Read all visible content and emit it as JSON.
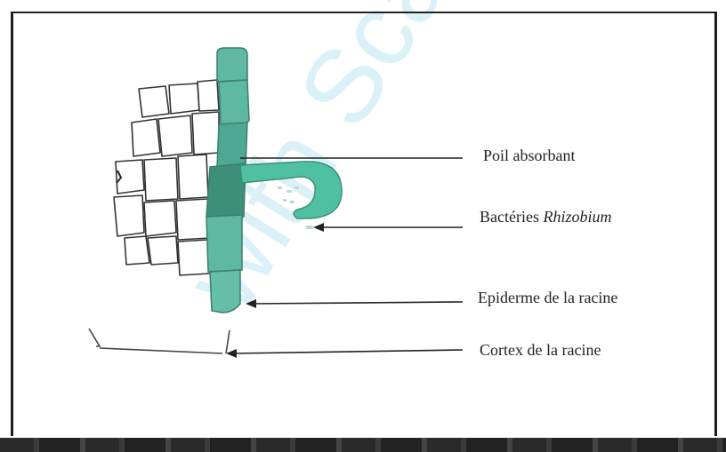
{
  "labels": {
    "poil": "Poil absorbant",
    "bacteries_prefix": "Bactéries ",
    "bacteries_name": "Rhizobium",
    "epiderme": "Epiderme de la racine",
    "cortex": "Cortex de la racine"
  },
  "watermark": "with Scan",
  "colors": {
    "epidermis_fill": "#5fb8a0",
    "epidermis_dark": "#3d8f78",
    "root_hair_fill": "#4fc0a0",
    "cell_outline": "#333333",
    "leader_line": "#222222"
  }
}
